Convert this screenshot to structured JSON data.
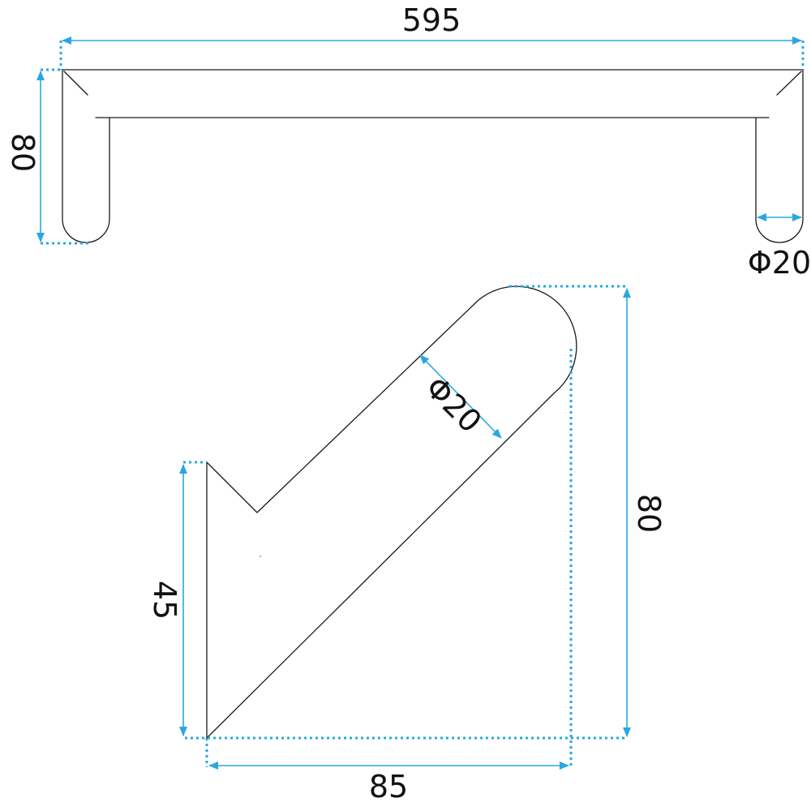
{
  "colors": {
    "dimension": "#29a8e0",
    "outline": "#1a1a1a",
    "background": "#ffffff"
  },
  "top_view": {
    "width_label": "595",
    "height_label": "80",
    "diameter_label": "Φ20"
  },
  "side_view": {
    "diameter_label": "Φ20",
    "height_label": "80",
    "short_height_label": "45",
    "depth_label": "85"
  }
}
